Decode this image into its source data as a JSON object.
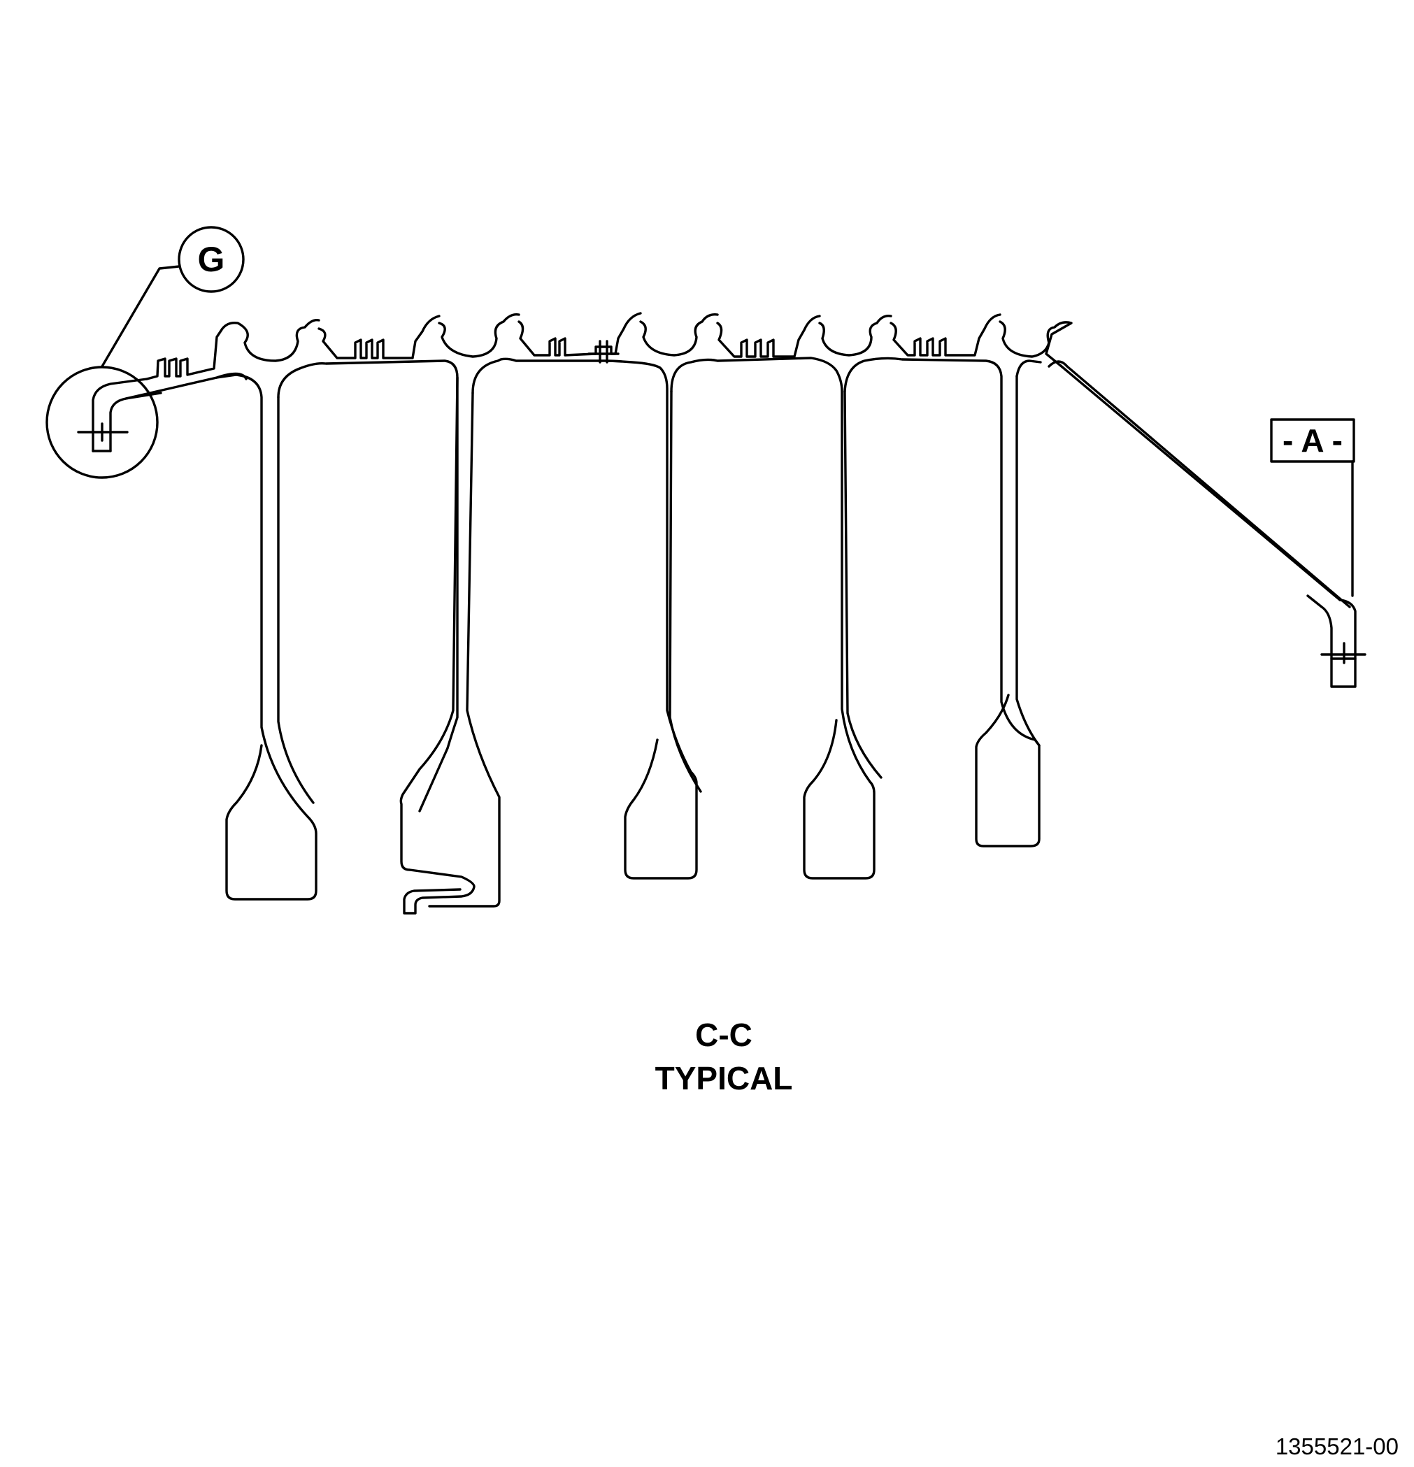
{
  "detail_callout": {
    "label": "G"
  },
  "datum": {
    "label": "- A -"
  },
  "section": {
    "title": "C-C",
    "subtitle": "TYPICAL"
  },
  "footer": {
    "drawing_number": "1355521-00"
  },
  "colors": {
    "line": "#000000",
    "background": "#ffffff"
  }
}
